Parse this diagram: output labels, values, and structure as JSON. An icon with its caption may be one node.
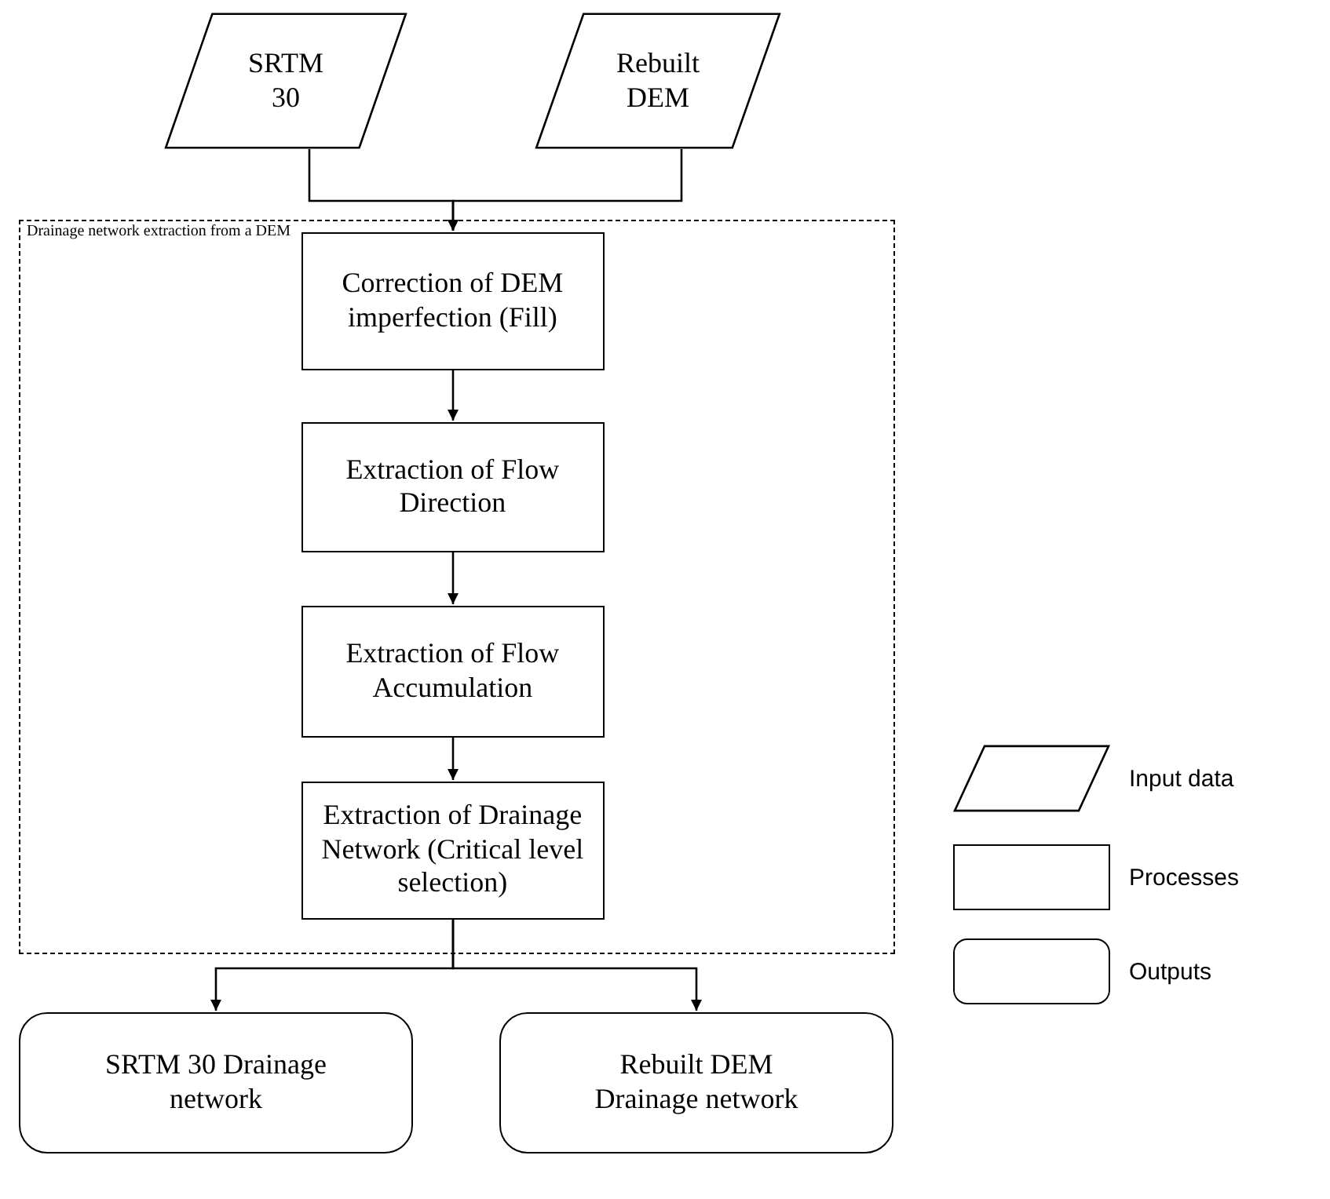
{
  "diagram": {
    "nodes": [
      {
        "text": [
          "SRTM 30"
        ]
      },
      {
        "text": [
          "Rebuilt DEM"
        ]
      },
      {
        "text": [
          "Drainage network extraction from a DEM"
        ]
      },
      {
        "text": [
          "Correction of DEM imperfection (Fill)"
        ],
        "in": 2
      },
      {
        "text": [
          "Extraction of Flow Direction"
        ],
        "in": 2
      },
      {
        "text": [
          "Extraction of Flow Accumulation"
        ],
        "in": 2
      },
      {
        "text": [
          "Extraction of Drainage Network (Critical level selection)"
        ],
        "in": 2
      },
      {
        "text": [
          "SRTM 30 Drainage network"
        ]
      },
      {
        "text": [
          "Rebuilt DEM Drainage network"
        ]
      }
    ],
    "edges": [
      {
        "from": 0,
        "to": 3,
        "arrow": "to"
      },
      {
        "from": 1,
        "to": 3,
        "arrow": "to"
      },
      {
        "from": 3,
        "to": 4,
        "arrow": "to"
      },
      {
        "from": 4,
        "to": 5,
        "arrow": "to"
      },
      {
        "from": 5,
        "to": 6,
        "arrow": "to"
      },
      {
        "from": 6,
        "to": 7,
        "arrow": "to"
      },
      {
        "from": 6,
        "to": 8,
        "arrow": "to"
      }
    ],
    "legend": [
      {
        "text": "Input data"
      },
      {
        "text": "Processes"
      },
      {
        "text": "Outputs"
      }
    ]
  }
}
